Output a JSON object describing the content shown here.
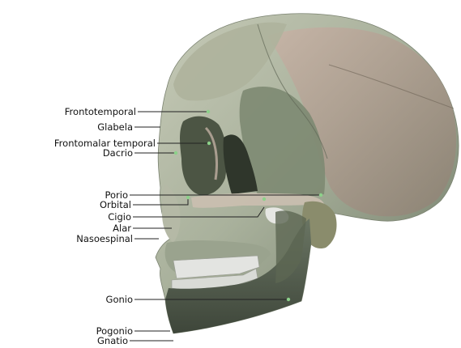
{
  "figure": {
    "landmarks": [
      {
        "id": "frontotemporal",
        "label": "Frontotemporal"
      },
      {
        "id": "glabela",
        "label": "Glabela"
      },
      {
        "id": "frontomalar-temporal",
        "label": "Frontomalar temporal"
      },
      {
        "id": "dacrio",
        "label": "Dacrio"
      },
      {
        "id": "porio",
        "label": "Porio"
      },
      {
        "id": "orbital",
        "label": "Orbital"
      },
      {
        "id": "cigio",
        "label": "Cigio"
      },
      {
        "id": "alar",
        "label": "Alar"
      },
      {
        "id": "nasoespinal",
        "label": "Nasoespinal"
      },
      {
        "id": "gonio",
        "label": "Gonio"
      },
      {
        "id": "pogonio",
        "label": "Pogonio"
      },
      {
        "id": "gnatio",
        "label": "Gnatio"
      }
    ],
    "colors": {
      "label_text": "#111111",
      "leader_line": "#222222",
      "landmark_dot": "#8cd18a",
      "bone_light": "#b9bfa8",
      "bone_tan": "#c7ad9e",
      "bone_green": "#7f8d76",
      "bone_dark": "#4b5446",
      "teeth": "#e3e4e1"
    }
  }
}
